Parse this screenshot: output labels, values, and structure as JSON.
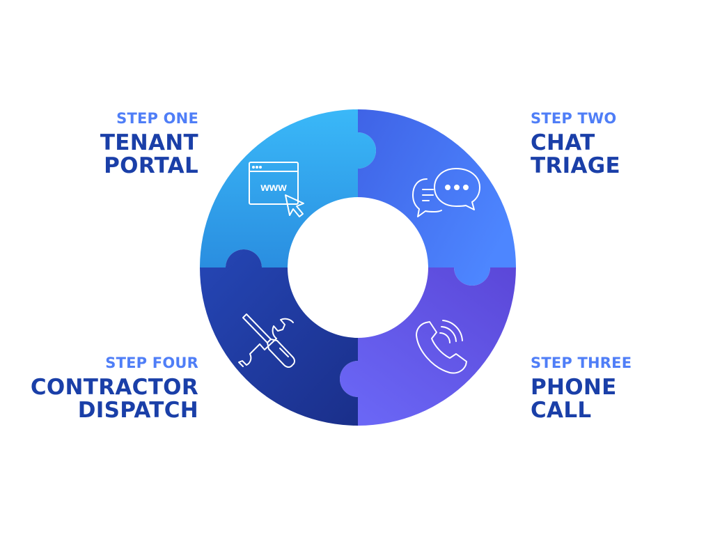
{
  "colors": {
    "label": "#4f7ef7",
    "title": "#1a3fa8",
    "segment_one_start": "#3ab8f8",
    "segment_one_end": "#2a8ee0",
    "segment_two_start": "#3f63e6",
    "segment_two_end": "#4d86ff",
    "segment_three_start": "#5b47d8",
    "segment_three_end": "#6a66f5",
    "segment_four_start": "#2546b5",
    "segment_four_end": "#1a2f8a",
    "icon_stroke": "#ffffff"
  },
  "steps": [
    {
      "label": "STEP ONE",
      "title_line1": "TENANT",
      "title_line2": "PORTAL",
      "icon": "browser-www-icon"
    },
    {
      "label": "STEP TWO",
      "title_line1": "CHAT",
      "title_line2": "TRIAGE",
      "icon": "chat-bubbles-icon"
    },
    {
      "label": "STEP THREE",
      "title_line1": "PHONE",
      "title_line2": "CALL",
      "icon": "phone-call-icon"
    },
    {
      "label": "STEP FOUR",
      "title_line1": "CONTRACTOR",
      "title_line2": "DISPATCH",
      "icon": "tools-icon"
    }
  ],
  "icons": {
    "www_text": "www"
  }
}
